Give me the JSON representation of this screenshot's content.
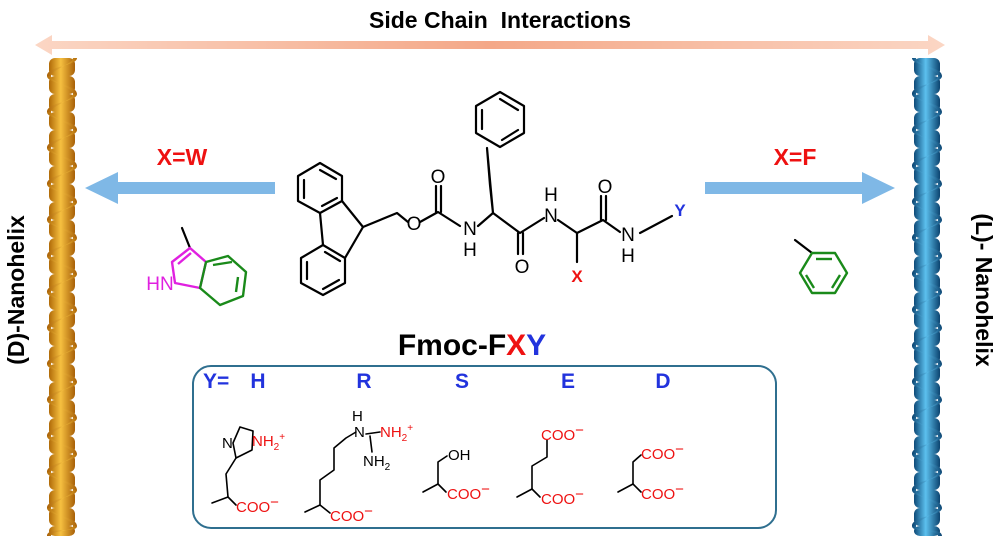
{
  "title": "Side Chain  Interactions",
  "left": {
    "label": "(D)-Nanohelix",
    "condition": "X=W",
    "helix_color": "#e8a020"
  },
  "right": {
    "label": "(L)- Nanohelix",
    "condition": "X=F",
    "helix_color": "#2a8cc4"
  },
  "molecule": {
    "name_prefix": "Fmoc-F",
    "name_x": "X",
    "name_y": "Y",
    "atoms": {
      "o": "O",
      "n": "N",
      "h": "H",
      "x": "X",
      "y": "Y",
      "hn": "HN"
    }
  },
  "box": {
    "prefix": "Y=",
    "residues": [
      {
        "code": "H",
        "groups": [
          "N",
          "NH",
          "2",
          "+",
          "COO",
          "−"
        ]
      },
      {
        "code": "R",
        "groups": [
          "H",
          "N",
          "NH",
          "2",
          "+",
          "NH",
          "2",
          "COO",
          "−"
        ]
      },
      {
        "code": "S",
        "groups": [
          "OH",
          "COO",
          "−"
        ]
      },
      {
        "code": "E",
        "groups": [
          "COO",
          "−",
          "COO",
          "−"
        ]
      },
      {
        "code": "D",
        "groups": [
          "COO",
          "−",
          "COO",
          "−"
        ]
      }
    ]
  },
  "colors": {
    "red": "#ee1111",
    "blue": "#2233dd",
    "arrow": "#7fb8e6",
    "box_border": "#2f6f8f",
    "top_arrow": "#f6b89a"
  }
}
